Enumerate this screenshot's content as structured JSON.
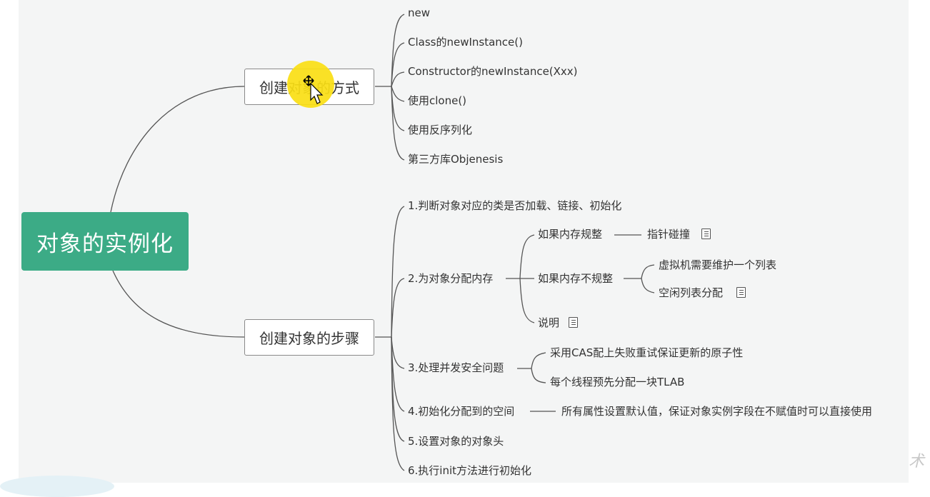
{
  "root": {
    "label": "对象的实例化"
  },
  "branches": [
    {
      "label": "创建对象的方式",
      "children": [
        "new",
        "Class的newInstance()",
        "Constructor的newInstance(Xxx)",
        "使用clone()",
        "使用反序列化",
        "第三方库Objenesis"
      ]
    },
    {
      "label": "创建对象的步骤",
      "steps": [
        {
          "label": "1.判断对象对应的类是否加载、链接、初始化"
        },
        {
          "label": "2.为对象分配内存",
          "children": [
            {
              "label": "如果内存规整",
              "detail": "指针碰撞"
            },
            {
              "label": "如果内存不规整",
              "children": [
                "虚拟机需要维护一个列表",
                "空闲列表分配"
              ]
            },
            {
              "label": "说明"
            }
          ]
        },
        {
          "label": "3.处理并发安全问题",
          "children": [
            "采用CAS配上失败重试保证更新的原子性",
            "每个线程预先分配一块TLAB"
          ]
        },
        {
          "label": "4.初始化分配到的空间",
          "detail": "所有属性设置默认值，保证对象实例字段在不赋值时可以直接使用"
        },
        {
          "label": "5.设置对象的对象头"
        },
        {
          "label": "6.执行init方法进行初始化"
        }
      ]
    }
  ],
  "icons": {
    "note": "note-icon",
    "cursor": "move-cursor-icon"
  },
  "colors": {
    "root_fill": "#3cab86",
    "line": "#555555",
    "cursor_halo": "#fade14",
    "canvas": "#f4f5f5"
  },
  "watermark": "术"
}
